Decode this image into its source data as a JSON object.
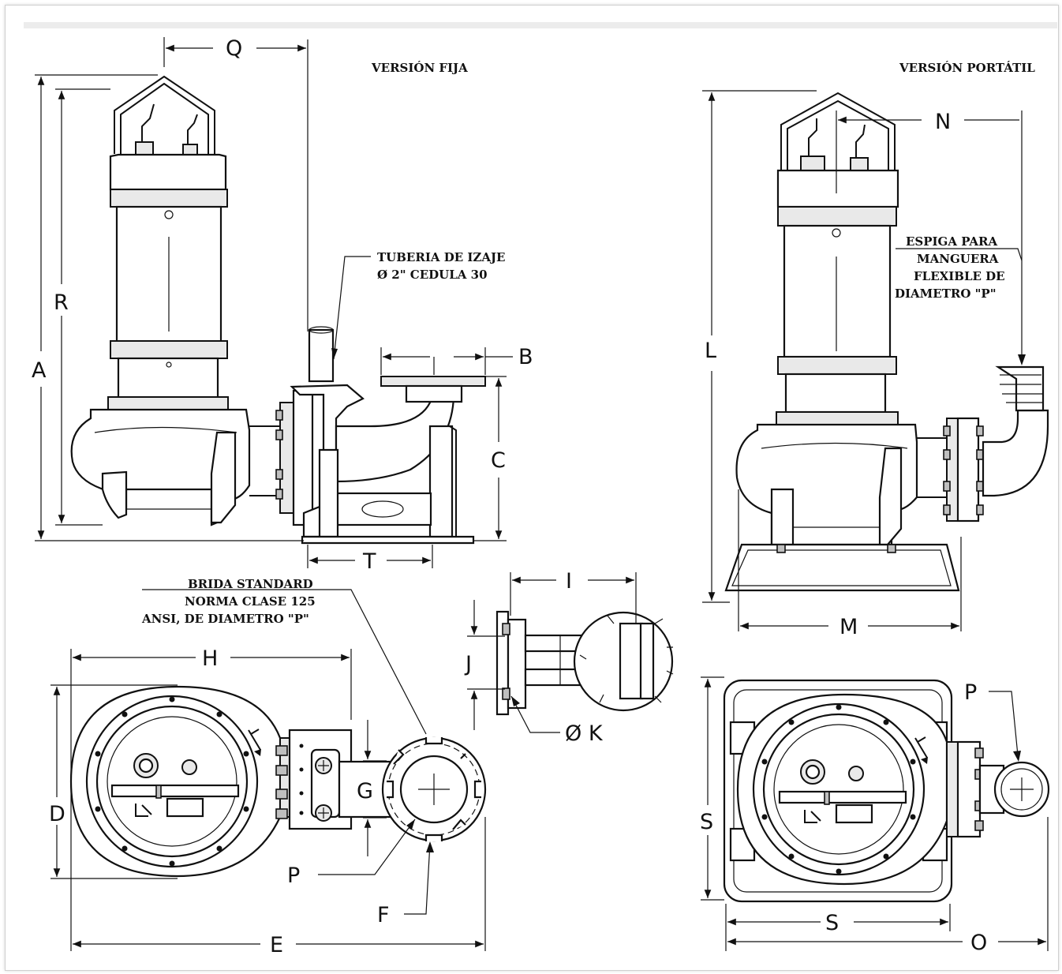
{
  "captions": {
    "fixed_version": "VERSIÓN FIJA",
    "portable_version": "VERSIÓN PORTÁTIL",
    "lifting_pipe_1": "TUBERIA DE IZAJE",
    "lifting_pipe_2": "Ø 2\" CEDULA 30",
    "hose_1": "ESPIGA PARA",
    "hose_2": "MANGUERA",
    "hose_3": "FLEXIBLE DE",
    "hose_4": "DIAMETRO \"P\"",
    "flange_1": "BRIDA STANDARD",
    "flange_2": "NORMA CLASE 125",
    "flange_3": "ANSI, DE DIAMETRO \"P\""
  },
  "dimensions": {
    "Q": "Q",
    "A": "A",
    "R": "R",
    "B": "B",
    "C": "C",
    "T": "T",
    "L": "L",
    "N": "N",
    "M": "M",
    "I": "I",
    "J": "J",
    "K": "Ø K",
    "H": "H",
    "D": "D",
    "G": "G",
    "P1": "P",
    "F": "F",
    "E": "E",
    "P2": "P",
    "S1": "S",
    "S2": "S",
    "O": "O"
  }
}
